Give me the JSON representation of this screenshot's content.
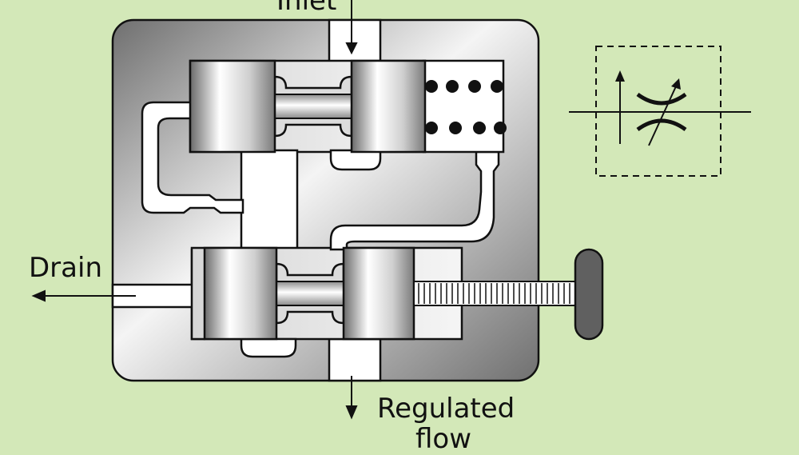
{
  "labels": {
    "inlet": "Inlet",
    "drain": "Drain",
    "regulated": "Regulated",
    "flow": "flow"
  },
  "colors": {
    "background": "#d3e8b8",
    "body_dark": "#7c7c7c",
    "body_light": "#f2f2f2",
    "passage": "#ffffff",
    "knob": "#606060",
    "outline": "#111111"
  },
  "icons": [
    "inlet-arrow-icon",
    "drain-arrow-icon",
    "outlet-arrow-icon",
    "spring-dots-icon",
    "adjustable-restrictor-symbol-icon",
    "adjustment-knob-icon"
  ]
}
